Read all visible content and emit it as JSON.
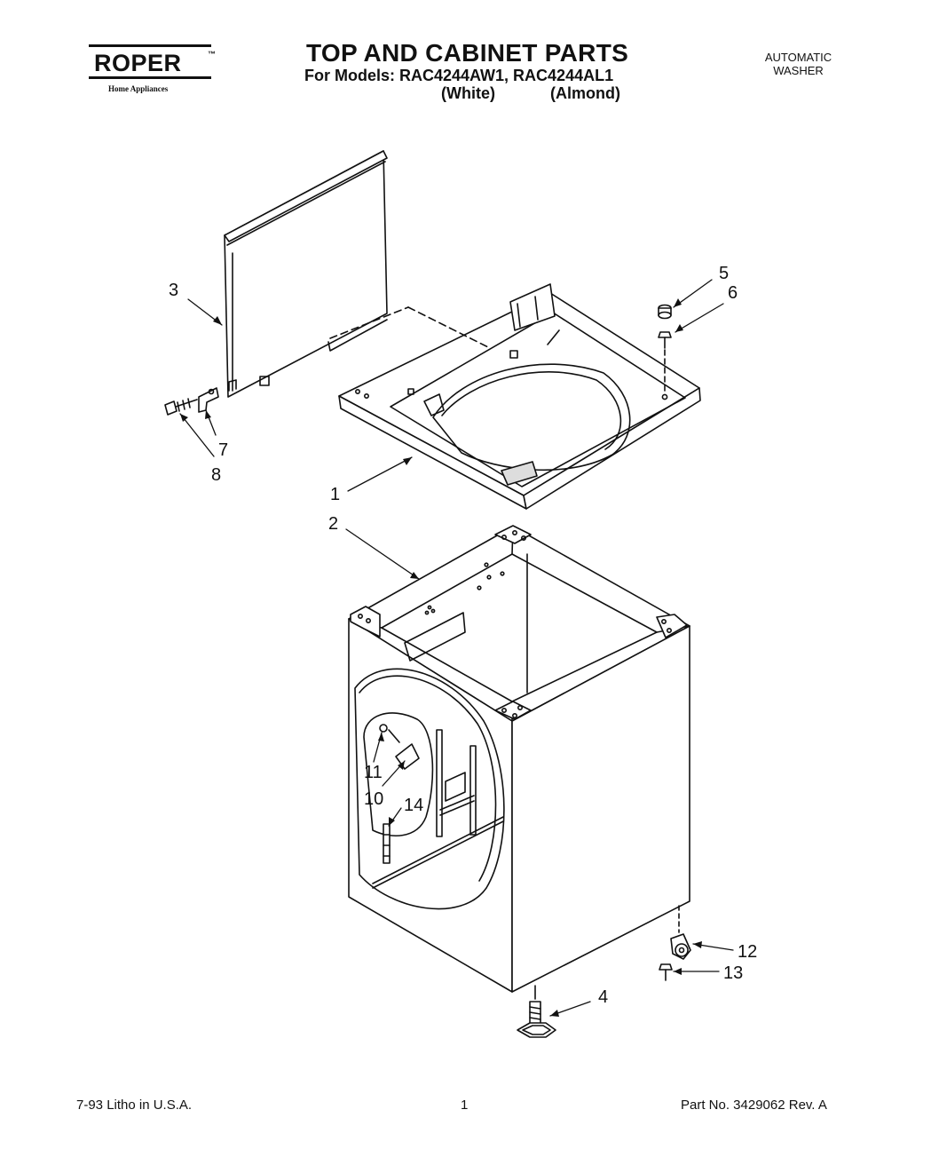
{
  "logo": {
    "brand": "ROPER",
    "trademark": "™",
    "tagline": "Home Appliances"
  },
  "header": {
    "title": "TOP AND CABINET PARTS",
    "subtitle": "For Models: RAC4244AW1, RAC4244AL1",
    "variant_white": "(White)",
    "variant_almond": "(Almond)",
    "product_line1": "AUTOMATIC",
    "product_line2": "WASHER"
  },
  "callouts": {
    "c1": "1",
    "c2": "2",
    "c3": "3",
    "c4": "4",
    "c5": "5",
    "c6": "6",
    "c7": "7",
    "c8": "8",
    "c10": "10",
    "c11": "11",
    "c12": "12",
    "c13": "13",
    "c14": "14"
  },
  "footer": {
    "litho": "7-93 Litho in U.S.A.",
    "page_number": "1",
    "part_number": "Part No. 3429062  Rev. A"
  }
}
